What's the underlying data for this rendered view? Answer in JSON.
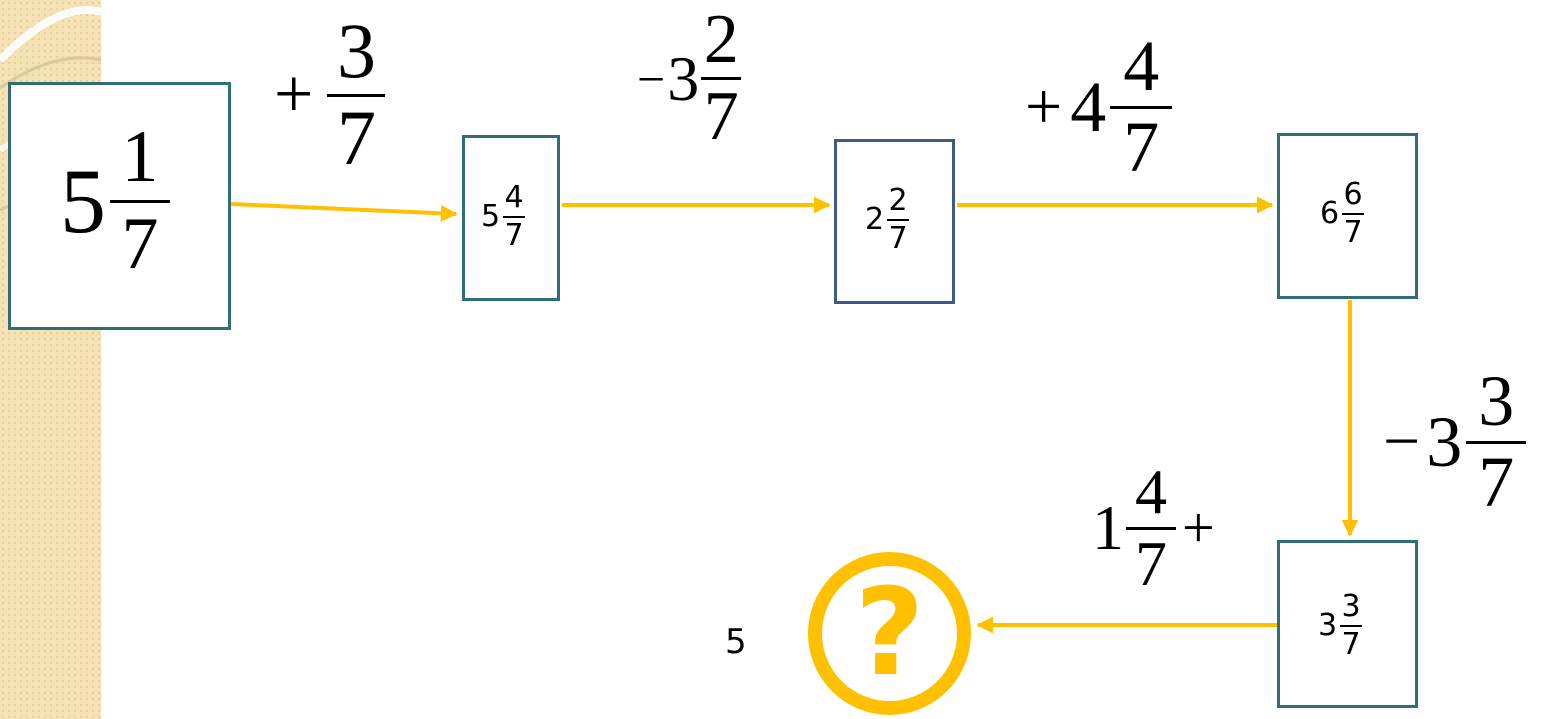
{
  "start": {
    "whole": "5",
    "num": "1",
    "den": "7"
  },
  "boxes": [
    {
      "whole": "5",
      "num": "4",
      "den": "7"
    },
    {
      "whole": "2",
      "num": "2",
      "den": "7"
    },
    {
      "whole": "6",
      "num": "6",
      "den": "7"
    },
    {
      "whole": "3",
      "num": "3",
      "den": "7"
    }
  ],
  "operations": [
    {
      "sign": "+",
      "whole": "",
      "num": "3",
      "den": "7"
    },
    {
      "sign": "−",
      "whole": "3",
      "num": "2",
      "den": "7"
    },
    {
      "sign": "+",
      "whole": "4",
      "num": "4",
      "den": "7"
    },
    {
      "sign": "−",
      "whole": "3",
      "num": "3",
      "den": "7"
    },
    {
      "sign": "+",
      "whole": "1",
      "num": "4",
      "den": "7"
    }
  ],
  "result": {
    "symbol": "?",
    "partial_answer": "5"
  },
  "colors": {
    "arrow": "#ffc000",
    "box_border": "#2f6e79",
    "sidebar": "#f4e2b4"
  }
}
